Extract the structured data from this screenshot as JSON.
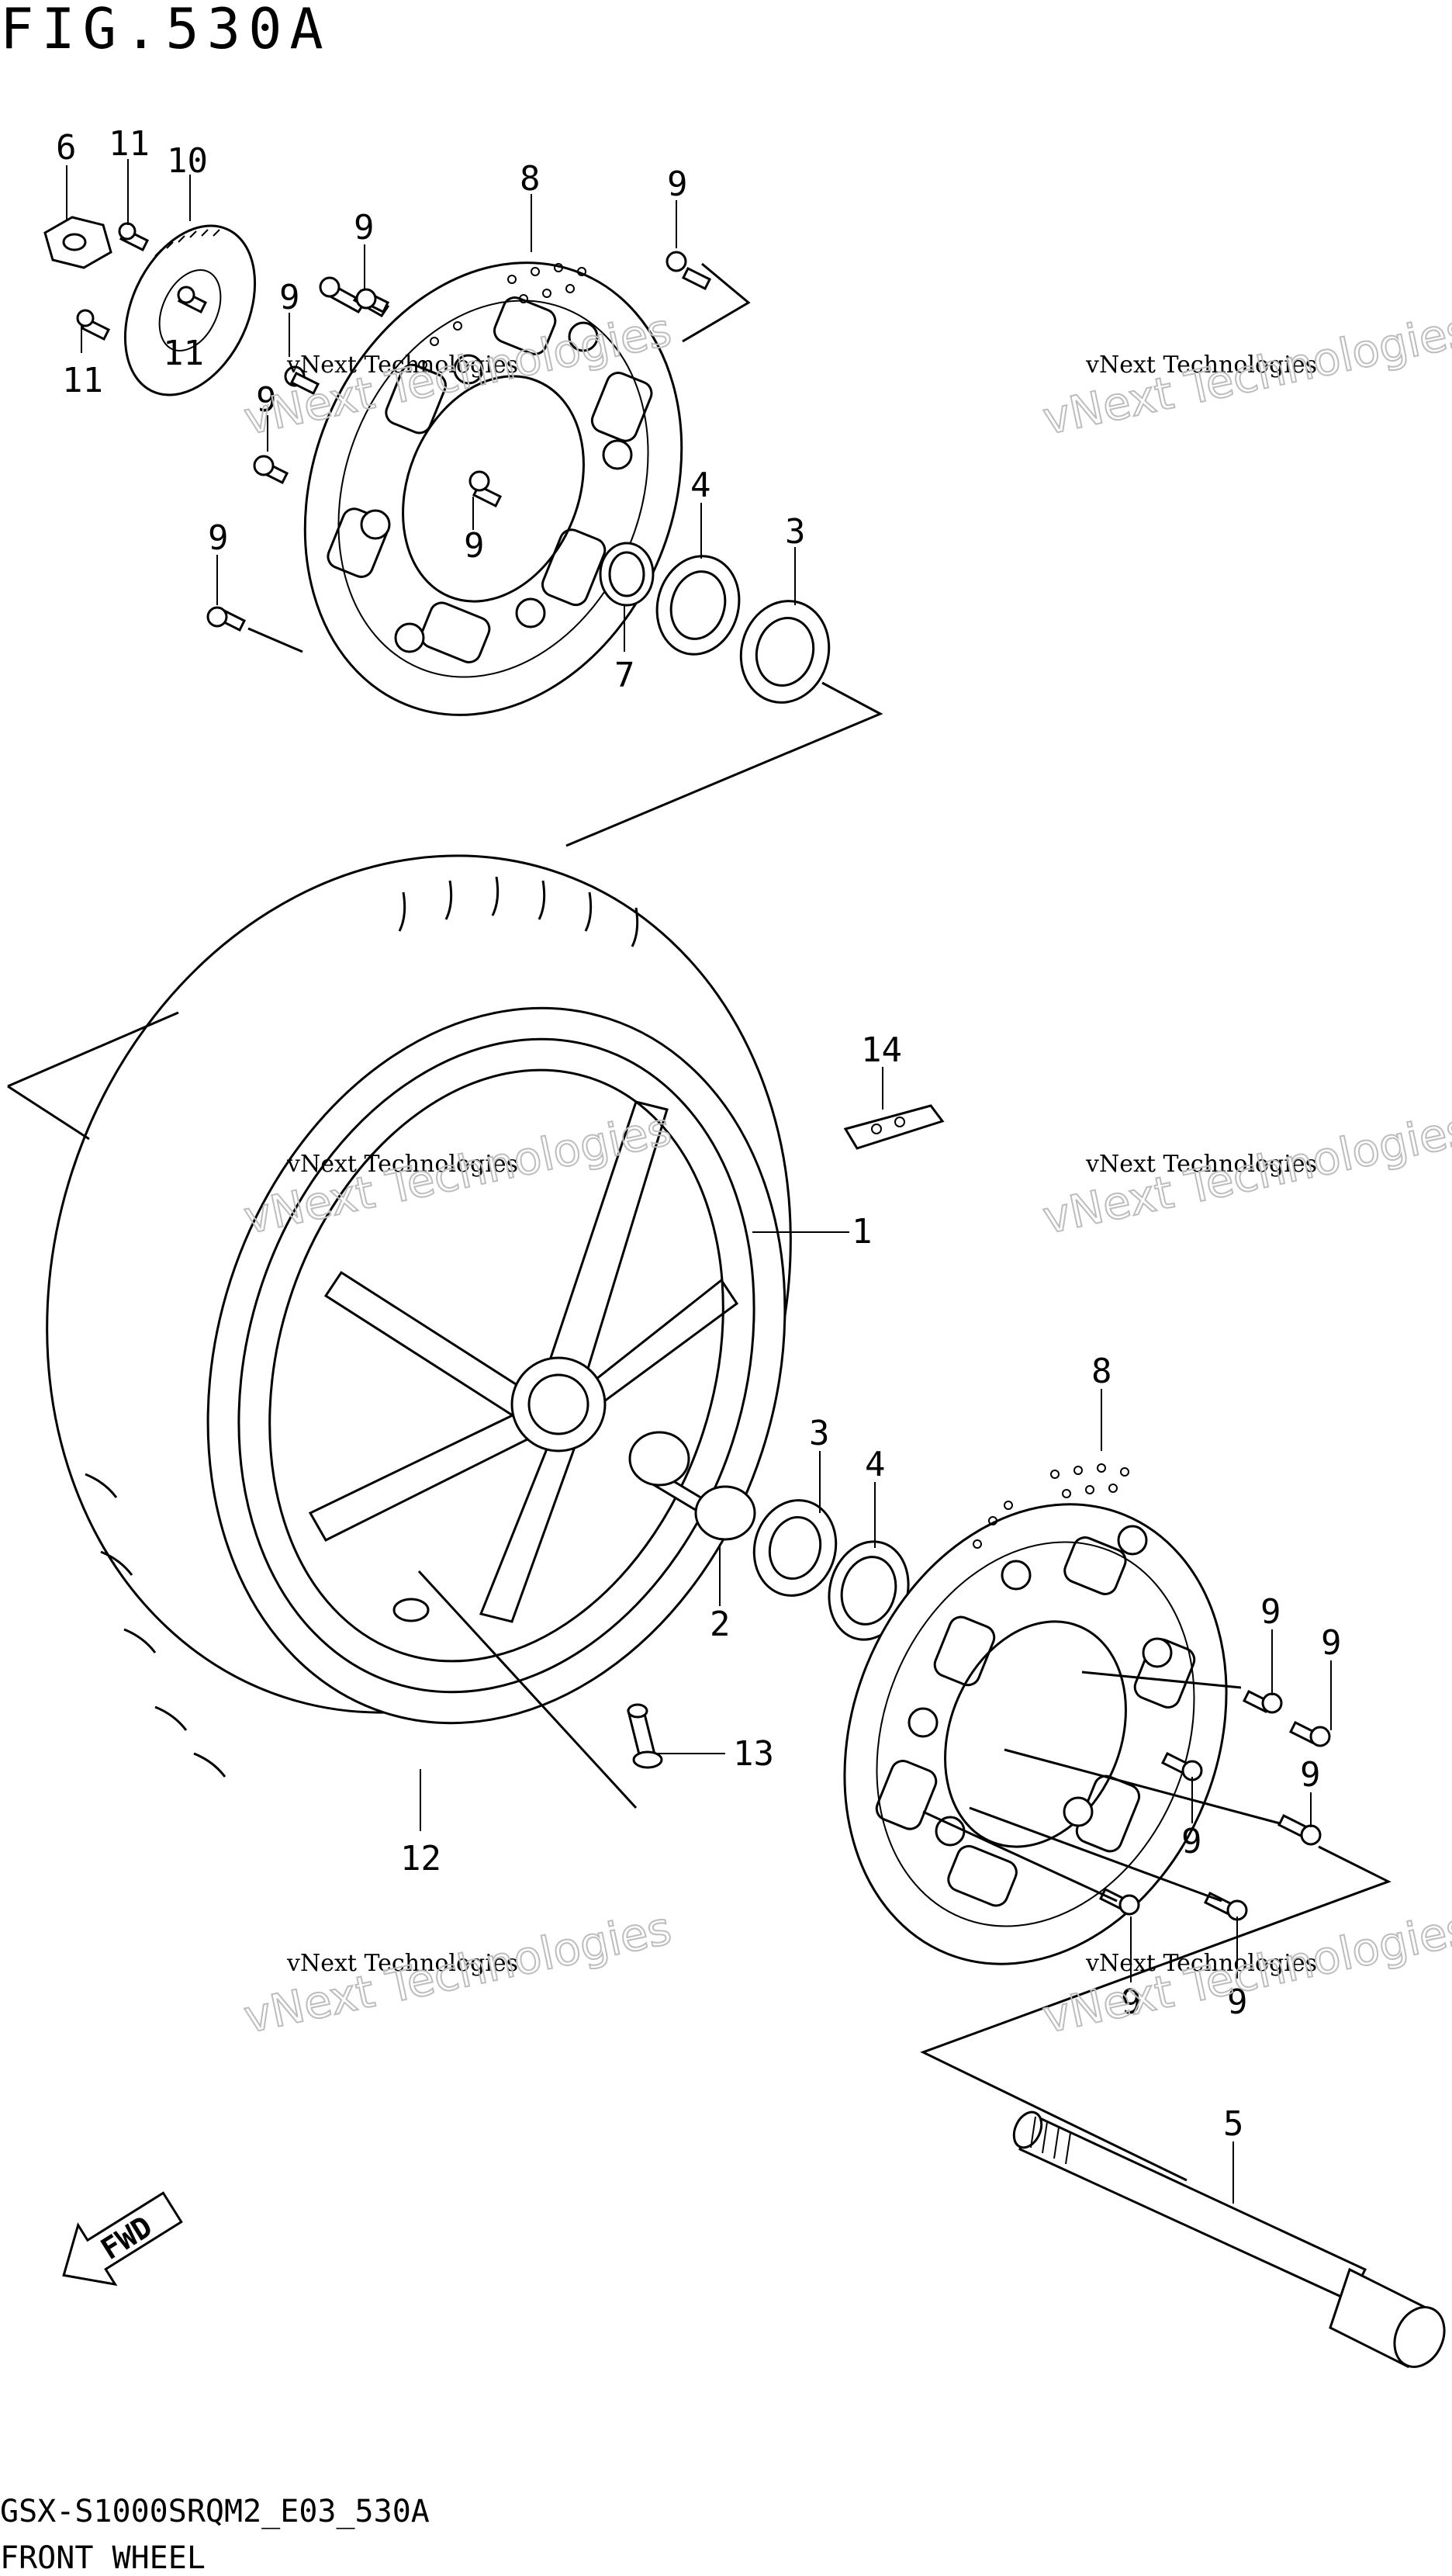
{
  "title": "FIG.530A",
  "footer": {
    "code": "GSX-S1000SRQM2_E03_530A",
    "name": "FRONT WHEEL"
  },
  "fwd_label": "FWD",
  "watermark": {
    "line1": "vNext Technologies",
    "line2": "vNext Technologies"
  },
  "callouts": {
    "c1": "1",
    "c2": "2",
    "c3a": "3",
    "c3b": "3",
    "c4a": "4",
    "c4b": "4",
    "c5": "5",
    "c6": "6",
    "c7": "7",
    "c8a": "8",
    "c8b": "8",
    "c9a": "9",
    "c9b": "9",
    "c9c": "9",
    "c9d": "9",
    "c9e": "9",
    "c9f": "9",
    "c9g": "9",
    "c9h": "9",
    "c9i": "9",
    "c9j": "9",
    "c9k": "9",
    "c9l": "9",
    "c10": "10",
    "c11a": "11",
    "c11b": "11",
    "c11c": "11",
    "c12": "12",
    "c13": "13",
    "c14": "14"
  },
  "colors": {
    "line": "#000000",
    "watermark": "#bdbdbd",
    "background": "#ffffff"
  }
}
